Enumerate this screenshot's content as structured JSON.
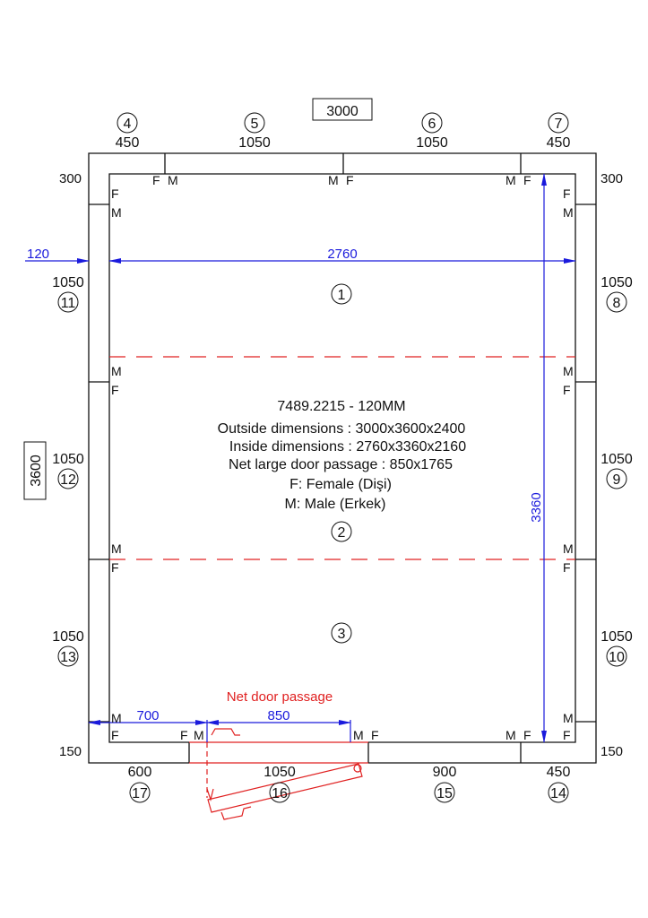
{
  "title": "7489.2215 - 120MM",
  "info": {
    "outside": "Outside dimensions : 3000x3600x2400",
    "inside": "Inside dimensions : 2760x3360x2160",
    "door": "Net large door passage : 850x1765",
    "female": "F: Female (Dişi)",
    "male": "M: Male (Erkek)"
  },
  "overall": {
    "width": "3000",
    "length": "3600"
  },
  "inner_dims": {
    "width": "2760",
    "length": "3360",
    "wall": "120"
  },
  "corner_dims": {
    "top_left": "300",
    "top_right": "300",
    "bottom_left": "150",
    "bottom_right": "150"
  },
  "door_dims": {
    "label": "Net door passage",
    "offset": "700",
    "passage": "850"
  },
  "top_panels": [
    {
      "num": "4",
      "size": "450"
    },
    {
      "num": "5",
      "size": "1050"
    },
    {
      "num": "6",
      "size": "1050"
    },
    {
      "num": "7",
      "size": "450"
    }
  ],
  "right_panels": [
    {
      "num": "8",
      "size": "1050"
    },
    {
      "num": "9",
      "size": "1050"
    },
    {
      "num": "10",
      "size": "1050"
    }
  ],
  "left_panels": [
    {
      "num": "11",
      "size": "1050"
    },
    {
      "num": "12",
      "size": "1050"
    },
    {
      "num": "13",
      "size": "1050"
    }
  ],
  "bottom_panels": [
    {
      "num": "17",
      "size": "600"
    },
    {
      "num": "16",
      "size": "1050"
    },
    {
      "num": "15",
      "size": "900"
    },
    {
      "num": "14",
      "size": "450"
    }
  ],
  "roof_panels": [
    "1",
    "2",
    "3"
  ],
  "joint": {
    "f": "F",
    "m": "M"
  },
  "colors": {
    "dim": "#1a1adc",
    "door": "#e02020",
    "line": "#111111"
  }
}
